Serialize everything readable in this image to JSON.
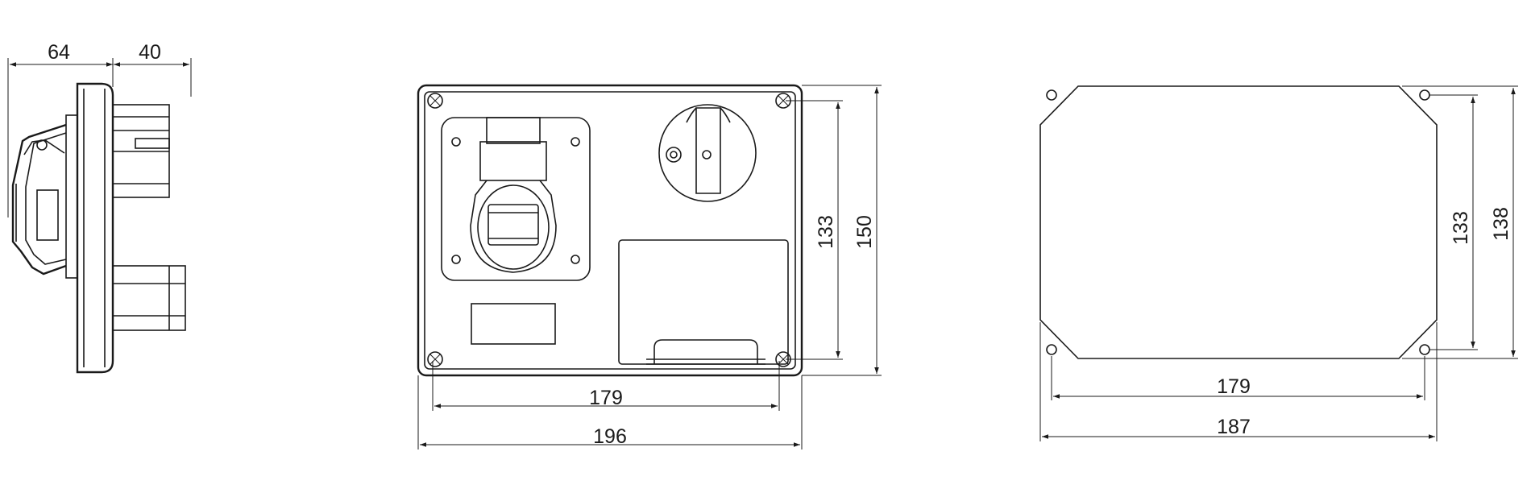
{
  "dimensions": {
    "side_depth_front": "64",
    "side_depth_rear": "40",
    "front_hole_spacing_width": "179",
    "front_overall_width": "196",
    "front_hole_spacing_height": "133",
    "front_overall_height": "150",
    "cutout_hole_spacing_width": "179",
    "cutout_overall_width": "187",
    "cutout_hole_spacing_height": "133",
    "cutout_overall_height": "138"
  },
  "colors": {
    "line": "#1a1a1a",
    "background": "#ffffff"
  }
}
